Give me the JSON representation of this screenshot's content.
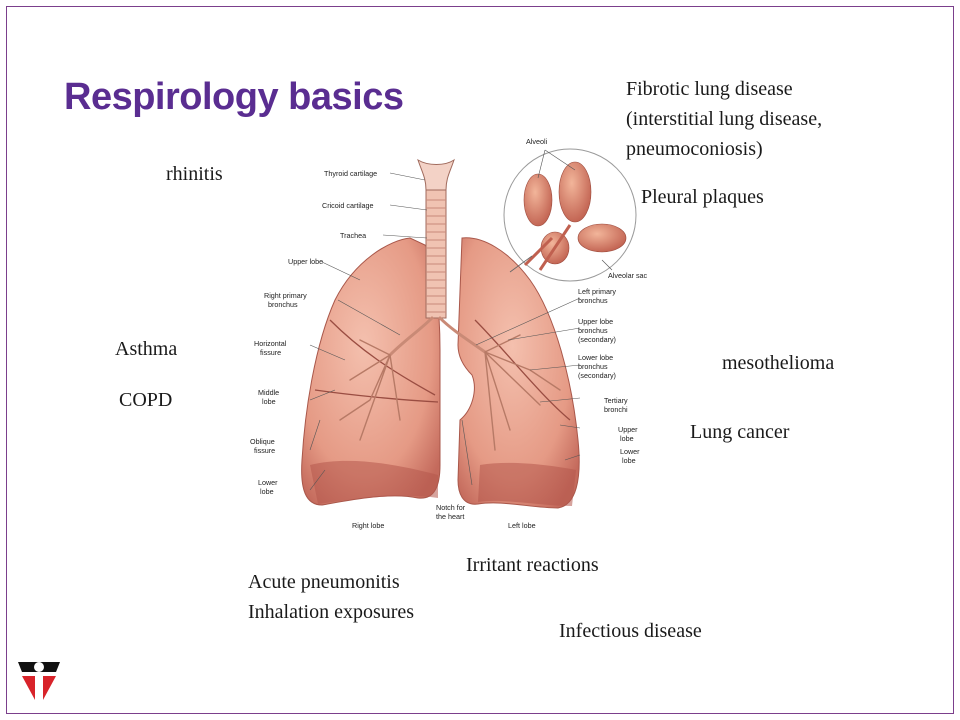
{
  "slide": {
    "title": "Respirology basics",
    "labels": {
      "fibrotic_line1": "Fibrotic lung disease",
      "fibrotic_line2": "(interstitial lung disease,",
      "fibrotic_line3": "pneumoconiosis)",
      "pleural_plaques": "Pleural plaques",
      "rhinitis": "rhinitis",
      "asthma": "Asthma",
      "copd": "COPD",
      "mesothelioma": "mesothelioma",
      "lung_cancer": "Lung cancer",
      "irritant_reactions": "Irritant reactions",
      "acute_pneumonitis": "Acute pneumonitis",
      "inhalation_exposures": "Inhalation exposures",
      "infectious_disease": "Infectious disease"
    }
  },
  "diagram": {
    "labels": {
      "alveoli": "Alveoli",
      "thyroid_cartilage": "Thyroid cartilage",
      "cricoid_cartilage": "Cricoid cartilage",
      "trachea": "Trachea",
      "upper_lobe_right": "Upper lobe",
      "right_primary_bronchus_1": "Right primary",
      "right_primary_bronchus_2": "bronchus",
      "horizontal_fissure_1": "Horizontal",
      "horizontal_fissure_2": "fissure",
      "middle_lobe_1": "Middle",
      "middle_lobe_2": "lobe",
      "oblique_fissure_1": "Oblique",
      "oblique_fissure_2": "fissure",
      "lower_lobe_right_1": "Lower",
      "lower_lobe_right_2": "lobe",
      "right_lobe": "Right lobe",
      "notch_1": "Notch for",
      "notch_2": "the heart",
      "left_lobe": "Left lobe",
      "alveolar_sac": "Alveolar sac",
      "left_primary_bronchus_1": "Left primary",
      "left_primary_bronchus_2": "bronchus",
      "upper_lobe_bronchus_1": "Upper lobe",
      "upper_lobe_bronchus_2": "bronchus",
      "upper_lobe_bronchus_3": "(secondary)",
      "lower_lobe_bronchus_1": "Lower lobe",
      "lower_lobe_bronchus_2": "bronchus",
      "lower_lobe_bronchus_3": "(secondary)",
      "tertiary_bronchi_1": "Tertiary",
      "tertiary_bronchi_2": "bronchi",
      "upper_lobe_left_1": "Upper",
      "upper_lobe_left_2": "lobe",
      "lower_lobe_left_1": "Lower",
      "lower_lobe_left_2": "lobe"
    }
  },
  "colors": {
    "title": "#5a2d91",
    "frame": "#7b3f8c",
    "lung": "#e8a08c",
    "logo_red": "#d8232a"
  }
}
